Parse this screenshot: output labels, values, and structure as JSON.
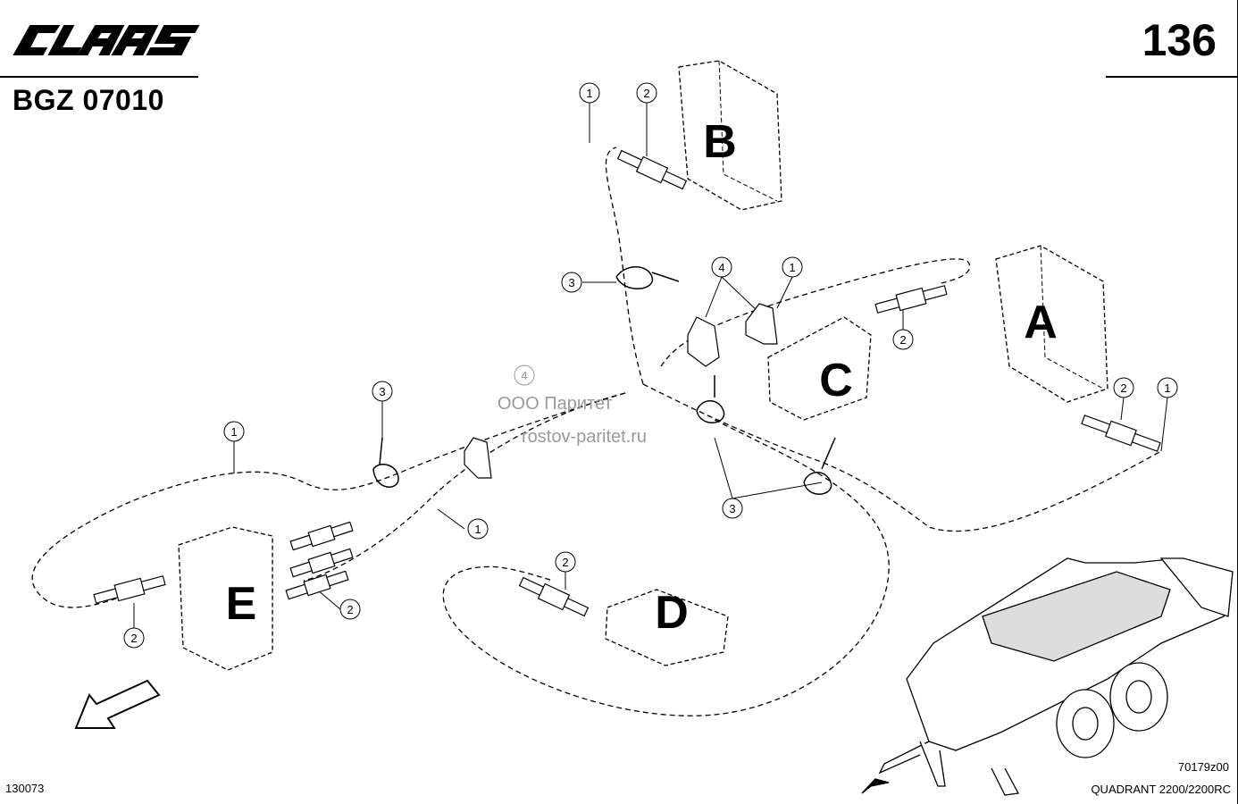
{
  "header": {
    "brand_logo_text": "CLAAS",
    "document_code": "BGZ 07010",
    "page_number": "136"
  },
  "watermark": {
    "line1": "ООО Паритет",
    "line2": "rostov-paritet.ru"
  },
  "valve_blocks": [
    "A",
    "B",
    "C",
    "D",
    "E"
  ],
  "callouts": [
    "1",
    "2",
    "3",
    "4"
  ],
  "footer": {
    "drawing_ref": "130073",
    "figure_ref": "70179z00",
    "model": "QUADRANT 2200/2200RC"
  },
  "icons": [
    "direction-arrow-icon",
    "baler-machine-icon"
  ]
}
